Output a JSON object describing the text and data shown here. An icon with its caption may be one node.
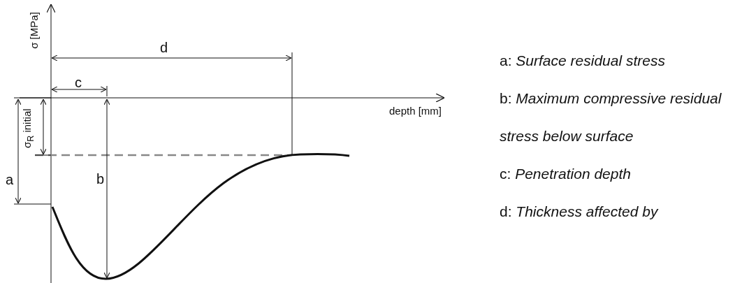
{
  "diagram": {
    "labels": [
      "σ [MPa]",
      "d",
      "c",
      "depth [mm]",
      "σ$_{R}$ initial",
      "a",
      "b",
      "a: *Surface residual stress*",
      "b: *Maximum compressive residual stress below surface*",
      "c: *Penetration depth*",
      "d: *Thickness affected by*"
    ]
  }
}
